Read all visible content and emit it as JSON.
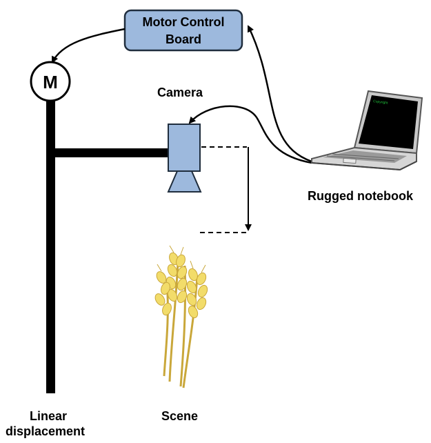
{
  "motor_control_board": {
    "line1": "Motor Control",
    "line2": "Board"
  },
  "motor": {
    "symbol": "M"
  },
  "camera": {
    "label": "Camera"
  },
  "notebook": {
    "label": "Rugged notebook",
    "screen_text": "Copyright"
  },
  "scene": {
    "label": "Scene",
    "icon": "wheat-icon"
  },
  "rail": {
    "label_line1": "Linear",
    "label_line2": "displacement"
  },
  "colors": {
    "box_fill": "#9db9dd",
    "box_stroke": "#1f2d3d",
    "wheat_light": "#f2dc6a",
    "wheat_dark": "#c9a73a",
    "screen": "#000000"
  }
}
